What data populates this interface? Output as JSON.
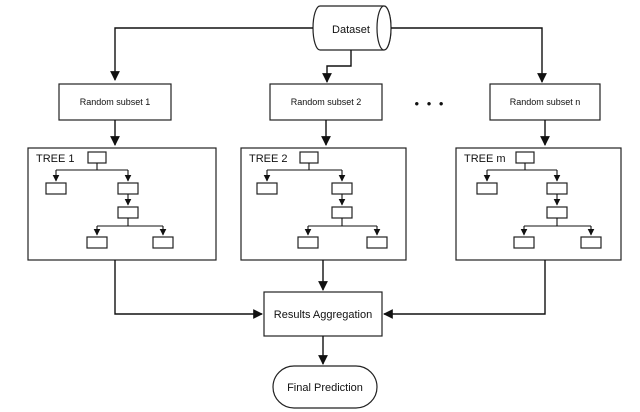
{
  "diagram": {
    "dataset": "Dataset",
    "subsets": [
      "Random subset 1",
      "Random subset 2",
      "Random subset n"
    ],
    "ellipsis": "• • •",
    "trees": [
      "TREE 1",
      "TREE 2",
      "TREE m"
    ],
    "aggregation": "Results Aggregation",
    "final": "Final Prediction"
  }
}
